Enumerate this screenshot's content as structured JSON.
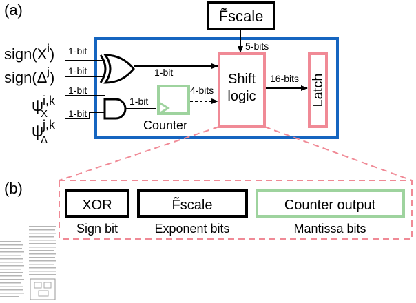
{
  "panel_a": {
    "label": "(a)",
    "fscale_box": "F̃scale",
    "inputs": {
      "sign_x": {
        "base": "sign(X",
        "sup": "i",
        "close": ")"
      },
      "sign_delta": {
        "base": "sign(Δ",
        "sup": "j",
        "close": ")"
      },
      "psi_x": {
        "base": "ψ",
        "sup": "i,k",
        "sub": "X"
      },
      "psi_delta": {
        "base": "ψ",
        "sup": "j,k",
        "sub": "Δ"
      }
    },
    "bit_labels": {
      "in1": "1-bit",
      "in2": "1-bit",
      "in3": "1-bit",
      "in4": "1-bit",
      "xor_out": "1-bit",
      "and_out": "1-bit",
      "counter_out": "4-bits",
      "fscale_out": "5-bits",
      "shift_out": "16-bits"
    },
    "counter_label": "Counter",
    "shift_logic": {
      "line1": "Shift",
      "line2": "logic"
    },
    "latch_label": "Latch"
  },
  "panel_b": {
    "label": "(b)",
    "fields": [
      {
        "box": "XOR",
        "caption": "Sign bit",
        "color": "#000000"
      },
      {
        "box": "F̃scale",
        "caption": "Exponent bits",
        "color": "#000000"
      },
      {
        "box": "Counter output",
        "caption": "Mantissa bits",
        "color": "#9ed39e"
      }
    ]
  },
  "colors": {
    "outer_box": "#1565c0",
    "shift_logic": "#f08a96",
    "latch": "#f08a96",
    "counter": "#9ed39e",
    "dashed_zoom": "#f08a96"
  }
}
